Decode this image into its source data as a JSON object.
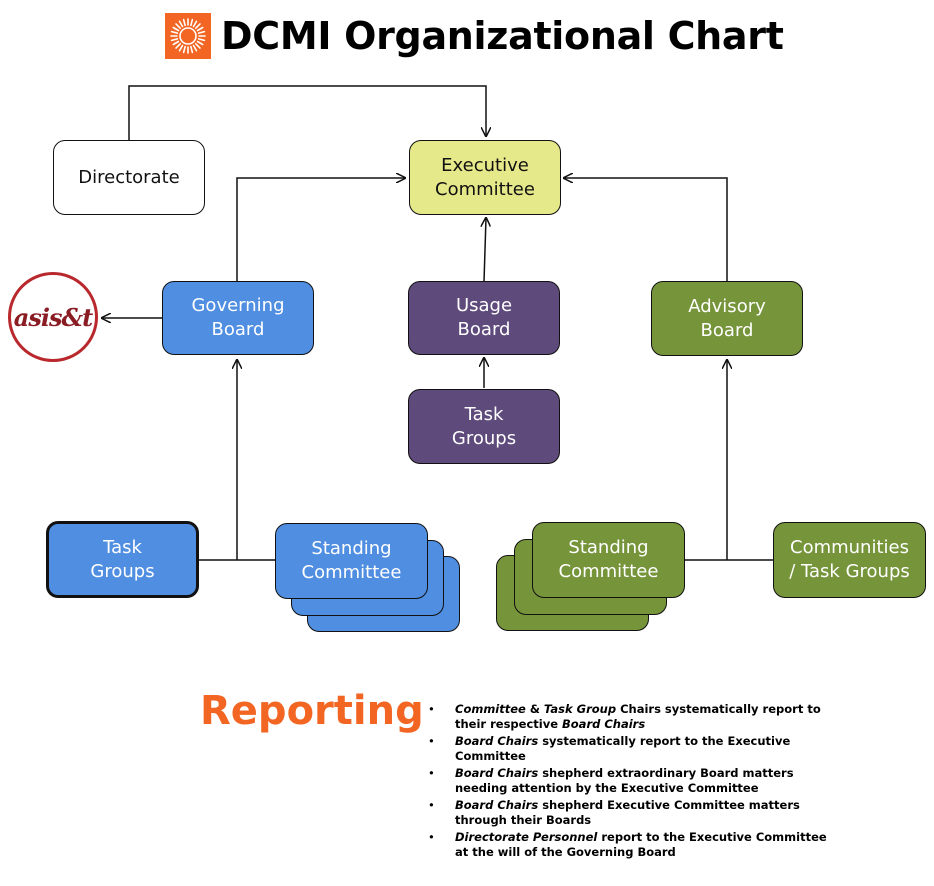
{
  "header": {
    "title": "DCMI Organizational Chart",
    "logo_icon": "dcmi-sun-logo-icon"
  },
  "colors": {
    "executive": "#e6e98a",
    "governing": "#4f8ee0",
    "usage": "#5e4a7b",
    "advisory": "#76943a",
    "accent_orange": "#f26522",
    "asist_red": "#b8282c"
  },
  "nodes": {
    "directorate": [
      "Directorate"
    ],
    "executive_committee": [
      "Executive",
      "Committee"
    ],
    "governing_board": [
      "Governing",
      "Board"
    ],
    "usage_board": [
      "Usage",
      "Board"
    ],
    "advisory_board": [
      "Advisory",
      "Board"
    ],
    "usage_task_groups": [
      "Task",
      "Groups"
    ],
    "governing_task_groups": [
      "Task",
      "Groups"
    ],
    "governing_standing_committee": [
      "Standing",
      "Committee"
    ],
    "advisory_standing_committee": [
      "Standing",
      "Committee"
    ],
    "communities": [
      "Communities",
      "/ Task Groups"
    ]
  },
  "asist_logo": {
    "text": "asis&t"
  },
  "reporting": {
    "title": "Reporting",
    "items": [
      [
        {
          "t": "Committee",
          "i": true
        },
        {
          "t": " & "
        },
        {
          "t": "Task Group",
          "i": true
        },
        {
          "t": " Chairs systematically report to their respective "
        },
        {
          "t": "Board Chairs",
          "i": true
        }
      ],
      [
        {
          "t": "Board Chairs",
          "i": true
        },
        {
          "t": " systematically report to the Executive Committee"
        }
      ],
      [
        {
          "t": "Board Chairs",
          "i": true
        },
        {
          "t": " shepherd extraordinary Board matters needing attention by the Executive Committee"
        }
      ],
      [
        {
          "t": "Board Chairs",
          "i": true
        },
        {
          "t": " shepherd Executive Committee matters through their Boards"
        }
      ],
      [
        {
          "t": "Directorate Personnel",
          "i": true
        },
        {
          "t": " report to the Executive Committee at the will of the Governing Board"
        }
      ]
    ]
  }
}
